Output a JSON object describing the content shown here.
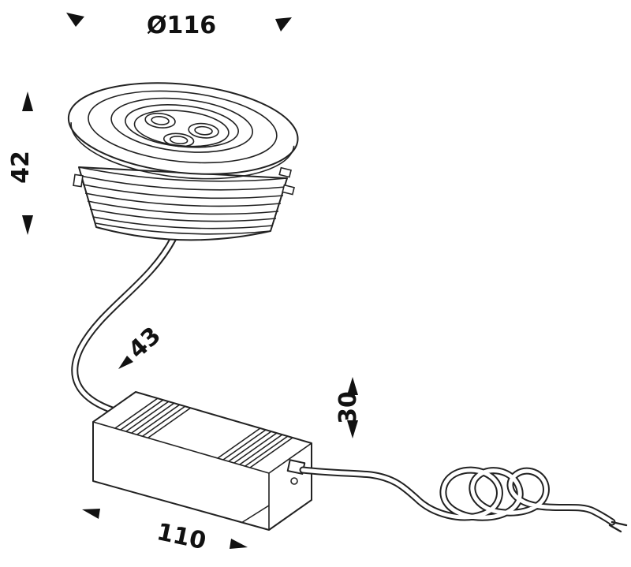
{
  "labels": {
    "diameter": "Ø116",
    "fixture_height": "42",
    "cable_dim": "43",
    "driver_height": "30",
    "driver_length": "110"
  },
  "colors": {
    "line": "#222222",
    "text": "#111111",
    "background": "#ffffff"
  }
}
